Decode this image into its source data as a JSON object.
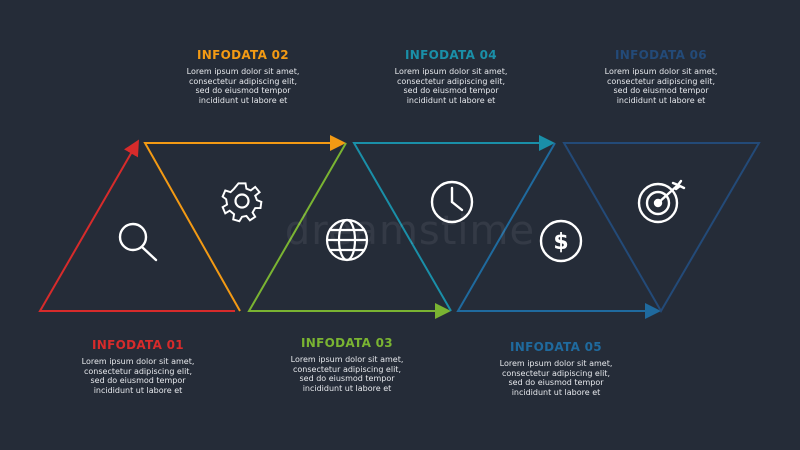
{
  "colors": {
    "background": "#252c38",
    "step1": "#d72b2b",
    "step2": "#f39a14",
    "step3": "#7ab432",
    "step4": "#1a8fa8",
    "step5": "#1f6a9e",
    "step6": "#234a78"
  },
  "steps": [
    {
      "title": "INFODATA 01",
      "body": "Lorem ipsum dolor sit amet, consectetur adipiscing elit, sed do eiusmod tempor incididunt ut labore et",
      "icon": "magnifier-icon"
    },
    {
      "title": "INFODATA 02",
      "body": "Lorem ipsum dolor sit amet, consectetur adipiscing elit, sed do eiusmod tempor incididunt ut labore et",
      "icon": "gear-icon"
    },
    {
      "title": "INFODATA 03",
      "body": "Lorem ipsum dolor sit amet, consectetur adipiscing elit, sed do eiusmod tempor incididunt ut labore et",
      "icon": "globe-icon"
    },
    {
      "title": "INFODATA 04",
      "body": "Lorem ipsum dolor sit amet, consectetur adipiscing elit, sed do eiusmod tempor incididunt ut labore et",
      "icon": "clock-icon"
    },
    {
      "title": "INFODATA 05",
      "body": "Lorem ipsum dolor sit amet, consectetur adipiscing elit, sed do eiusmod tempor incididunt ut labore et",
      "icon": "dollar-coin-icon"
    },
    {
      "title": "INFODATA 06",
      "body": "Lorem ipsum dolor sit amet, consectetur adipiscing elit, sed do eiusmod tempor incididunt ut labore et",
      "icon": "target-icon"
    }
  ],
  "watermark": "dreamstime"
}
